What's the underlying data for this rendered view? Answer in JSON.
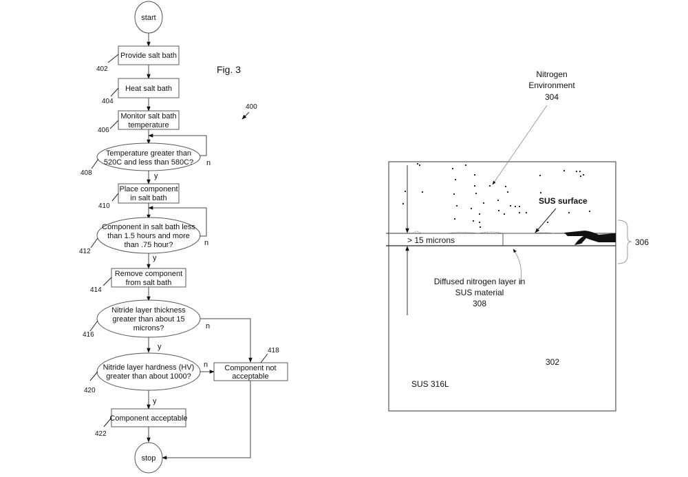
{
  "figure": {
    "title": "Fig. 3",
    "flow_ref": "400"
  },
  "flowchart": {
    "start": "start",
    "stop": "stop",
    "steps": [
      {
        "ref": "402",
        "lines": [
          "Provide salt bath"
        ]
      },
      {
        "ref": "404",
        "lines": [
          "Heat salt bath"
        ]
      },
      {
        "ref": "406",
        "lines": [
          "Monitor salt bath",
          "temperature"
        ]
      },
      {
        "ref": "408",
        "lines": [
          "Temperature greater than",
          "520C and less than 580C?"
        ]
      },
      {
        "ref": "410",
        "lines": [
          "Place component",
          "in salt bath"
        ]
      },
      {
        "ref": "412",
        "lines": [
          "Component in salt bath less",
          "than 1.5 hours and more",
          "than .75 hour?"
        ]
      },
      {
        "ref": "414",
        "lines": [
          "Remove component",
          "from salt bath"
        ]
      },
      {
        "ref": "416",
        "lines": [
          "Nitride layer thickness",
          "greater than about 15",
          "microns?"
        ]
      },
      {
        "ref": "418",
        "lines": [
          "Component not",
          "acceptable"
        ]
      },
      {
        "ref": "420",
        "lines": [
          "Nitride layer hardness (HV)",
          "greater than about 1000?"
        ]
      },
      {
        "ref": "422",
        "lines": [
          "Component  acceptable"
        ]
      }
    ],
    "yes_label": "y",
    "no_label": "n"
  },
  "cross_section": {
    "nitrogen_env": [
      "Nitrogen",
      "Environment",
      "304"
    ],
    "sus_surface": "SUS surface",
    "thickness": "> 15 microns",
    "layer_ref": "306",
    "diffused_layer": [
      "Diffused nitrogen layer in",
      "SUS material",
      "308"
    ],
    "material_ref": "302",
    "material": "SUS 316L"
  }
}
